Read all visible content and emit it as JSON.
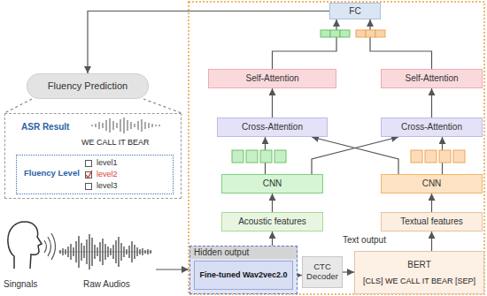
{
  "diagram": {
    "nodes": [
      {
        "text": [
          "FC"
        ]
      },
      {
        "text": [
          "Self-Attention"
        ]
      },
      {
        "text": [
          "Self-Attention"
        ]
      },
      {
        "text": [
          "Cross-Attention"
        ]
      },
      {
        "text": [
          "Cross-Attention"
        ]
      },
      {
        "text": [
          "CNN"
        ]
      },
      {
        "text": [
          "CNN"
        ]
      },
      {
        "text": [
          "Acoustic features"
        ]
      },
      {
        "text": [
          "Textual features"
        ]
      },
      {
        "text": [
          "Fluency Prediction"
        ]
      },
      {
        "text": [
          "ASR Result",
          "WE CALL IT BEAR"
        ]
      },
      {
        "text": [
          "Fluency Level",
          "level1",
          "level2",
          "level3"
        ],
        "in": 10
      },
      {
        "text": [
          "Hidden output"
        ]
      },
      {
        "text": [
          "Fine-tuned Wav2vec2.0"
        ],
        "in": 12
      },
      {
        "text": [
          "CTC Decoder"
        ]
      },
      {
        "text": [
          "BERT",
          "[CLS] WE CALL IT BEAR [SEP]"
        ]
      }
    ],
    "edges": [
      {
        "from": 0,
        "to": 9,
        "arrow": "to"
      },
      {
        "from": 1,
        "to": 0,
        "arrow": "to"
      },
      {
        "from": 2,
        "to": 0,
        "arrow": "to"
      },
      {
        "from": 3,
        "to": 1,
        "arrow": "to"
      },
      {
        "from": 4,
        "to": 2,
        "arrow": "to"
      },
      {
        "from": 5,
        "to": 3,
        "arrow": "to"
      },
      {
        "from": 5,
        "to": 4,
        "arrow": "to"
      },
      {
        "from": 6,
        "to": 3,
        "arrow": "to"
      },
      {
        "from": 6,
        "to": 4,
        "arrow": "to"
      },
      {
        "from": 7,
        "to": 5,
        "arrow": "to"
      },
      {
        "from": 8,
        "to": 6,
        "arrow": "to"
      },
      {
        "from": 12,
        "to": 7,
        "arrow": "to"
      },
      {
        "from": 13,
        "to": 14,
        "arrow": "to"
      },
      {
        "from": 14,
        "to": 15,
        "arrow": "to"
      },
      {
        "from": 15,
        "to": 8,
        "arrow": "to"
      },
      {
        "from": 9,
        "to": 10,
        "arrow": "none"
      }
    ],
    "labels": [
      "Singnals",
      "Raw Audios",
      "Text output"
    ]
  }
}
